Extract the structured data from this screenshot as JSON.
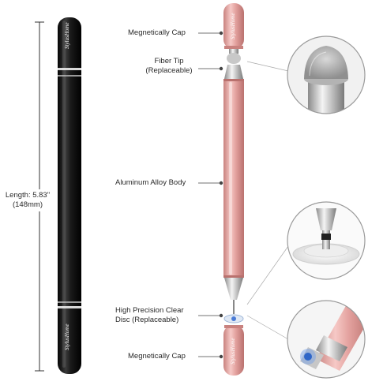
{
  "dimension": {
    "line1": "Length: 5.83\"",
    "line2": "(148mm)"
  },
  "brand": "StylusHome",
  "callouts": {
    "cap_top": "Megnetically Cap",
    "fiber_tip": {
      "line1": "Fiber Tip",
      "line2": "(Replaceable)"
    },
    "body": "Aluminum Alloy Body",
    "disc": {
      "line1": "High Precision Clear",
      "line2": "Disc (Replaceable)"
    },
    "cap_bottom": "Megnetically Cap"
  },
  "colors": {
    "black_pen": "#141414",
    "rose_gold": "#e7a9a6",
    "silver": "#cfcfcf",
    "accent": "#4a7bd6"
  }
}
